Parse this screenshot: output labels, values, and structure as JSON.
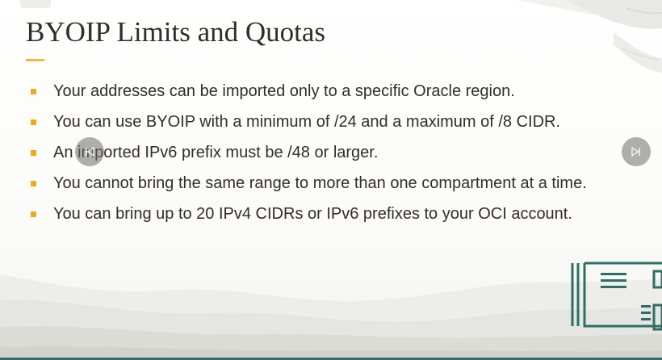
{
  "slide": {
    "title": "BYOIP Limits and Quotas",
    "bullets": [
      "Your addresses can be imported only to a specific Oracle region.",
      "You can use BYOIP with a minimum of /24 and a maximum of /8 CIDR.",
      "An imported IPv6 prefix must be /48 or larger.",
      "You cannot bring the same range to more than one compartment at a time.",
      "You can bring up to 20 IPv4 CIDRs or IPv6 prefixes to your OCI account."
    ]
  },
  "controls": {
    "prev_icon": "skip-back-icon",
    "next_icon": "skip-forward-icon"
  },
  "colors": {
    "title": "#312d2a",
    "accent": "#f0b93b",
    "bullet_marker": "#f2a81d",
    "bottom_bar": "#2f6e64"
  }
}
